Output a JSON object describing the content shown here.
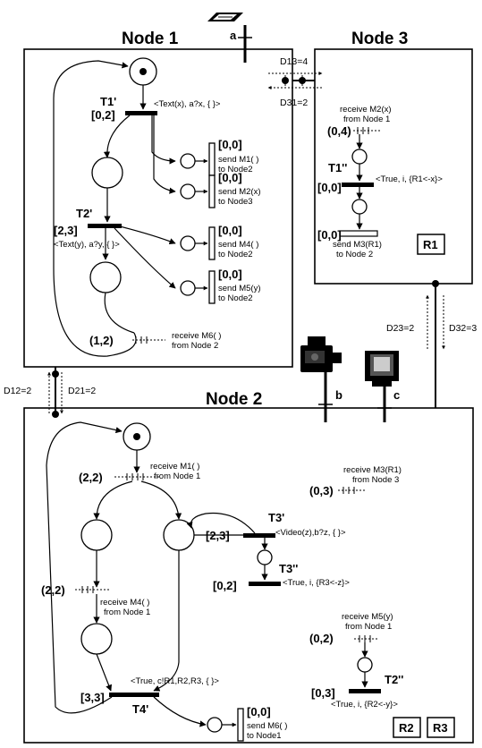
{
  "nodes": {
    "node1": "Node 1",
    "node2": "Node 2",
    "node3": "Node 3"
  },
  "devices": {
    "a": "a",
    "b": "b",
    "c": "c"
  },
  "delays": {
    "d13": "D13=4",
    "d31": "D31=2",
    "d23": "D23=2",
    "d32": "D32=3",
    "d12": "D12=2",
    "d21": "D21=2"
  },
  "node1": {
    "t1": "T1'",
    "t1_interval": "[0,2]",
    "t1_guard": "<Text(x), a?x, { }>",
    "t2": "T2'",
    "t2_interval": "[2,3]",
    "t2_guard": "<Text(y), a?y, { }>",
    "sends": [
      {
        "interval": "[0,0]",
        "line1": "send M1( )",
        "line2": "to Node2"
      },
      {
        "interval": "[0,0]",
        "line1": "send M2(x)",
        "line2": "to Node3"
      },
      {
        "interval": "[0,0]",
        "line1": "send M4( )",
        "line2": "to Node2"
      },
      {
        "interval": "[0,0]",
        "line1": "send M5(y)",
        "line2": "to Node2"
      }
    ],
    "receive_interval": "(1,2)",
    "receive_line1": "receive M6( )",
    "receive_line2": "from Node 2"
  },
  "node3": {
    "receive_line1": "receive M2(x)",
    "receive_line2": "from Node 1",
    "receive_interval": "(0,4)",
    "t1": "T1''",
    "t1_interval": "[0,0]",
    "t1_guard": "<True, i, {R1<-x}>",
    "send_interval": "[0,0]",
    "send_line1": "send M3(R1)",
    "send_line2": "to Node 2",
    "resource": "R1"
  },
  "node2": {
    "recv_m1_interval": "(2,2)",
    "recv_m1_line1": "receive M1( )",
    "recv_m1_line2": "from Node 1",
    "recv_m3_line1": "receive M3(R1)",
    "recv_m3_line2": "from Node 3",
    "recv_m3_interval": "(0,3)",
    "t3": "T3'",
    "t3_interval": "[2,3]",
    "t3_guard": "<Video(z),b?z, { }>",
    "t3b": "T3''",
    "t3b_interval": "[0,2]",
    "t3b_guard": "<True, i, {R3<-z}>",
    "recv_m4_interval": "(2,2)",
    "recv_m4_line1": "receive M4( )",
    "recv_m4_line2": "from Node 1",
    "recv_m5_line1": "receive M5(y)",
    "recv_m5_line2": "from Node 1",
    "recv_m5_interval": "(0,2)",
    "t2b": "T2''",
    "t2b_interval": "[0,3]",
    "t2b_guard": "<True, i, {R2<-y}>",
    "t4_guard": "<True, c!R1,R2,R3, { }>",
    "t4_interval": "[3,3]",
    "t4": "T4'",
    "send_interval": "[0,0]",
    "send_line1": "send M6( )",
    "send_line2": "to Node1",
    "resources": [
      "R2",
      "R3"
    ]
  }
}
